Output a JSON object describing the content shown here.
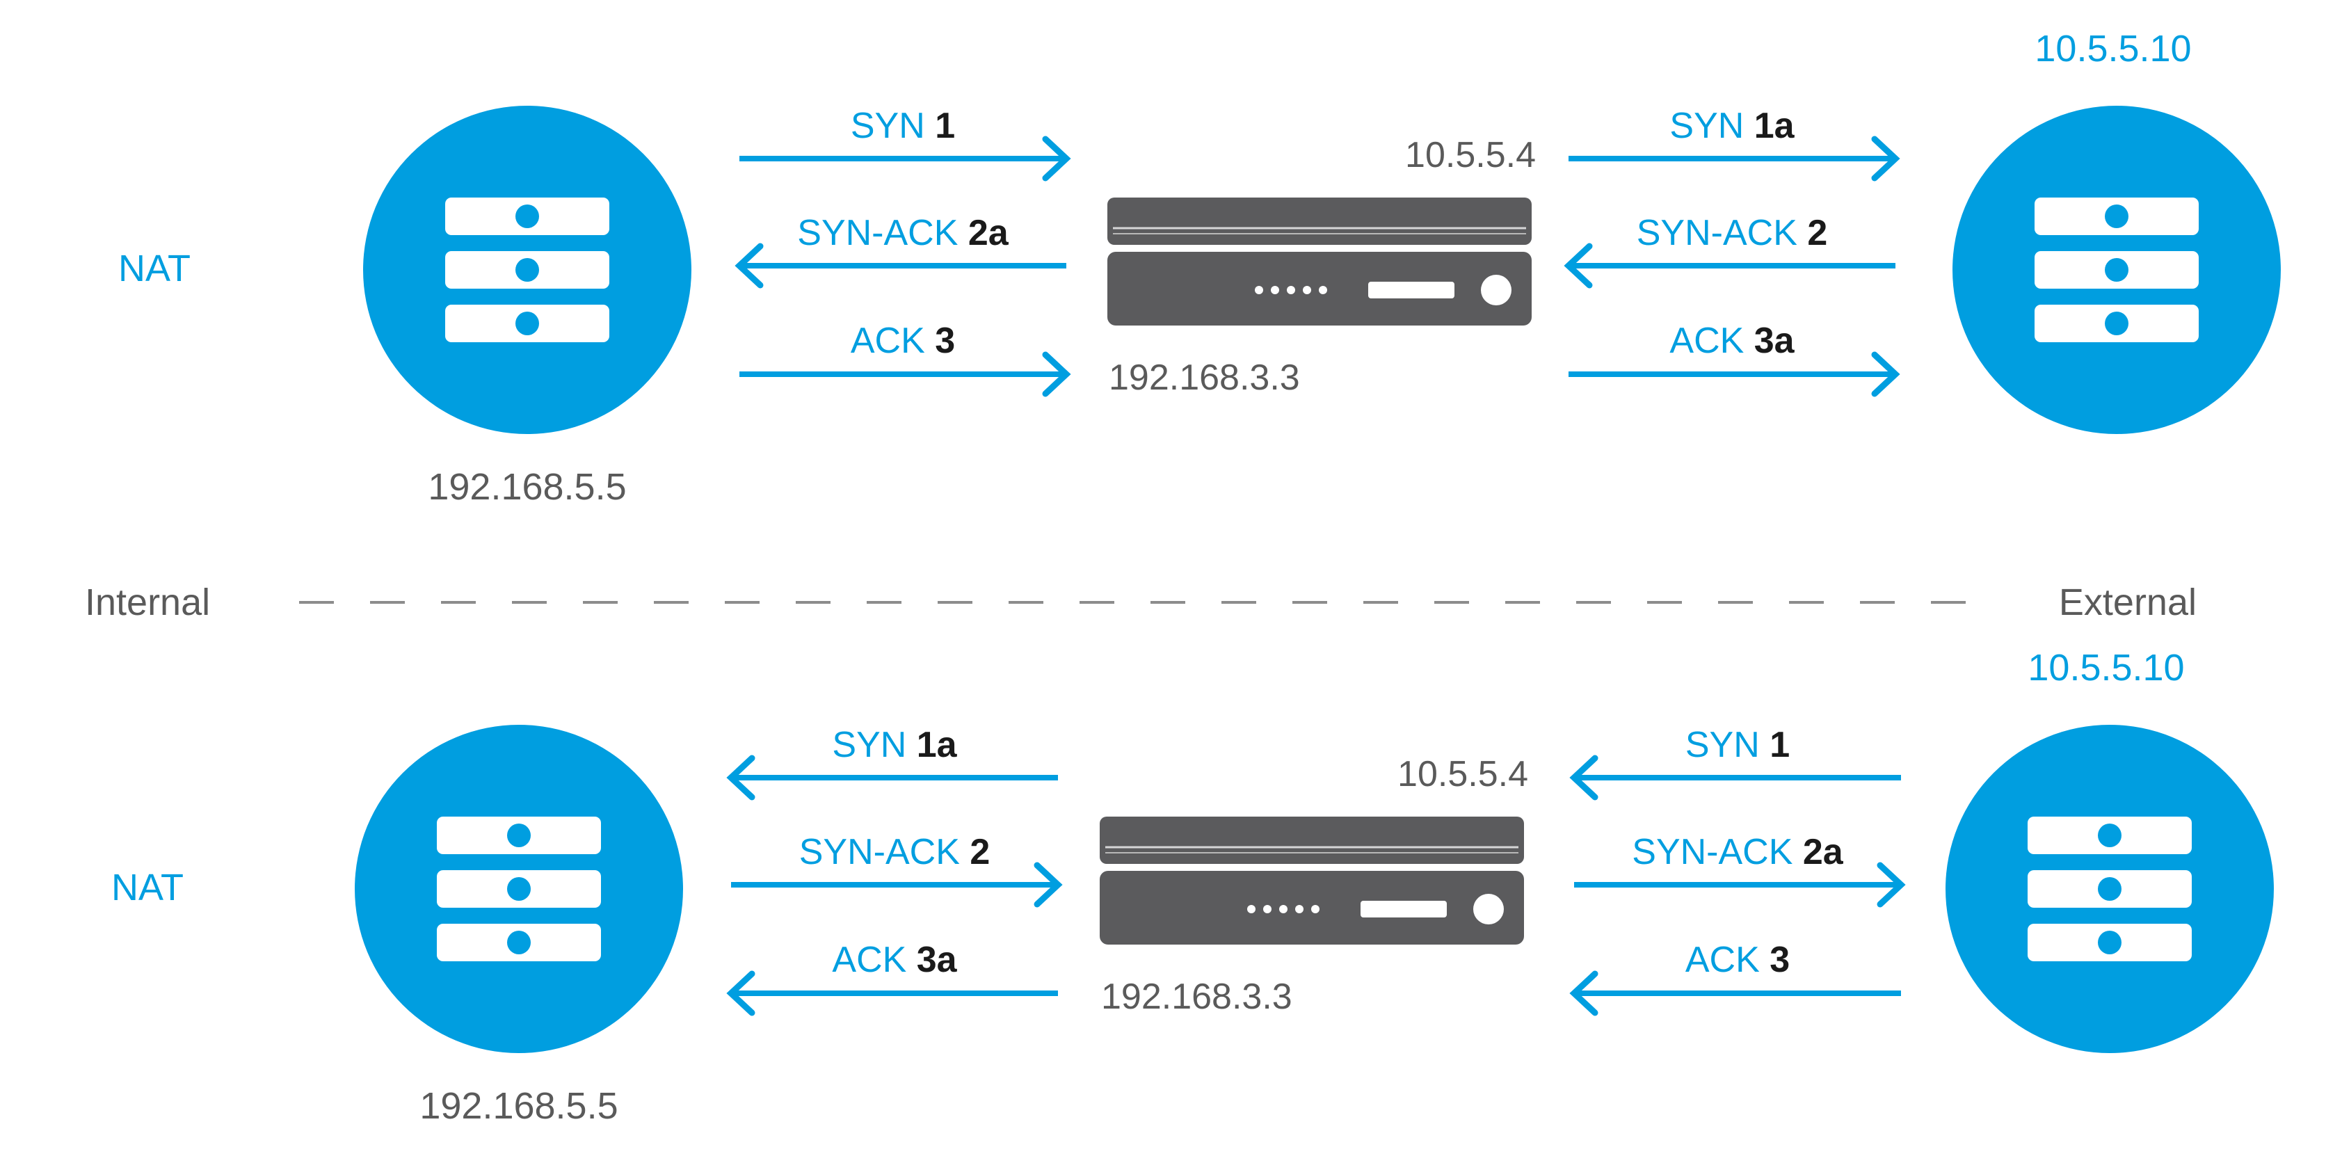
{
  "colors": {
    "accent": "#009ee0",
    "bold_text": "#1a1a1a",
    "gray_text": "#5a5a5a",
    "device": "#5b5b5d",
    "divider": "#8c8c8c",
    "white": "#ffffff"
  },
  "divider": {
    "left_label": "Internal",
    "right_label": "External"
  },
  "panels": [
    {
      "nat_label": "NAT",
      "internal_ip": "192.168.5.5",
      "external_ip": "10.5.5.10",
      "router_outer_ip": "10.5.5.4",
      "router_inner_ip": "192.168.3.3",
      "left_arrows": [
        {
          "direction": "right",
          "label": "SYN",
          "step": "1"
        },
        {
          "direction": "left",
          "label": "SYN-ACK",
          "step": "2a"
        },
        {
          "direction": "right",
          "label": "ACK",
          "step": "3"
        }
      ],
      "right_arrows": [
        {
          "direction": "right",
          "label": "SYN",
          "step": "1a"
        },
        {
          "direction": "left",
          "label": "SYN-ACK",
          "step": "2"
        },
        {
          "direction": "right",
          "label": "ACK",
          "step": "3a"
        }
      ]
    },
    {
      "nat_label": "NAT",
      "internal_ip": "192.168.5.5",
      "external_ip": "10.5.5.10",
      "router_outer_ip": "10.5.5.4",
      "router_inner_ip": "192.168.3.3",
      "left_arrows": [
        {
          "direction": "left",
          "label": "SYN",
          "step": "1a"
        },
        {
          "direction": "right",
          "label": "SYN-ACK",
          "step": "2"
        },
        {
          "direction": "left",
          "label": "ACK",
          "step": "3a"
        }
      ],
      "right_arrows": [
        {
          "direction": "left",
          "label": "SYN",
          "step": "1"
        },
        {
          "direction": "right",
          "label": "SYN-ACK",
          "step": "2a"
        },
        {
          "direction": "left",
          "label": "ACK",
          "step": "3"
        }
      ]
    }
  ]
}
